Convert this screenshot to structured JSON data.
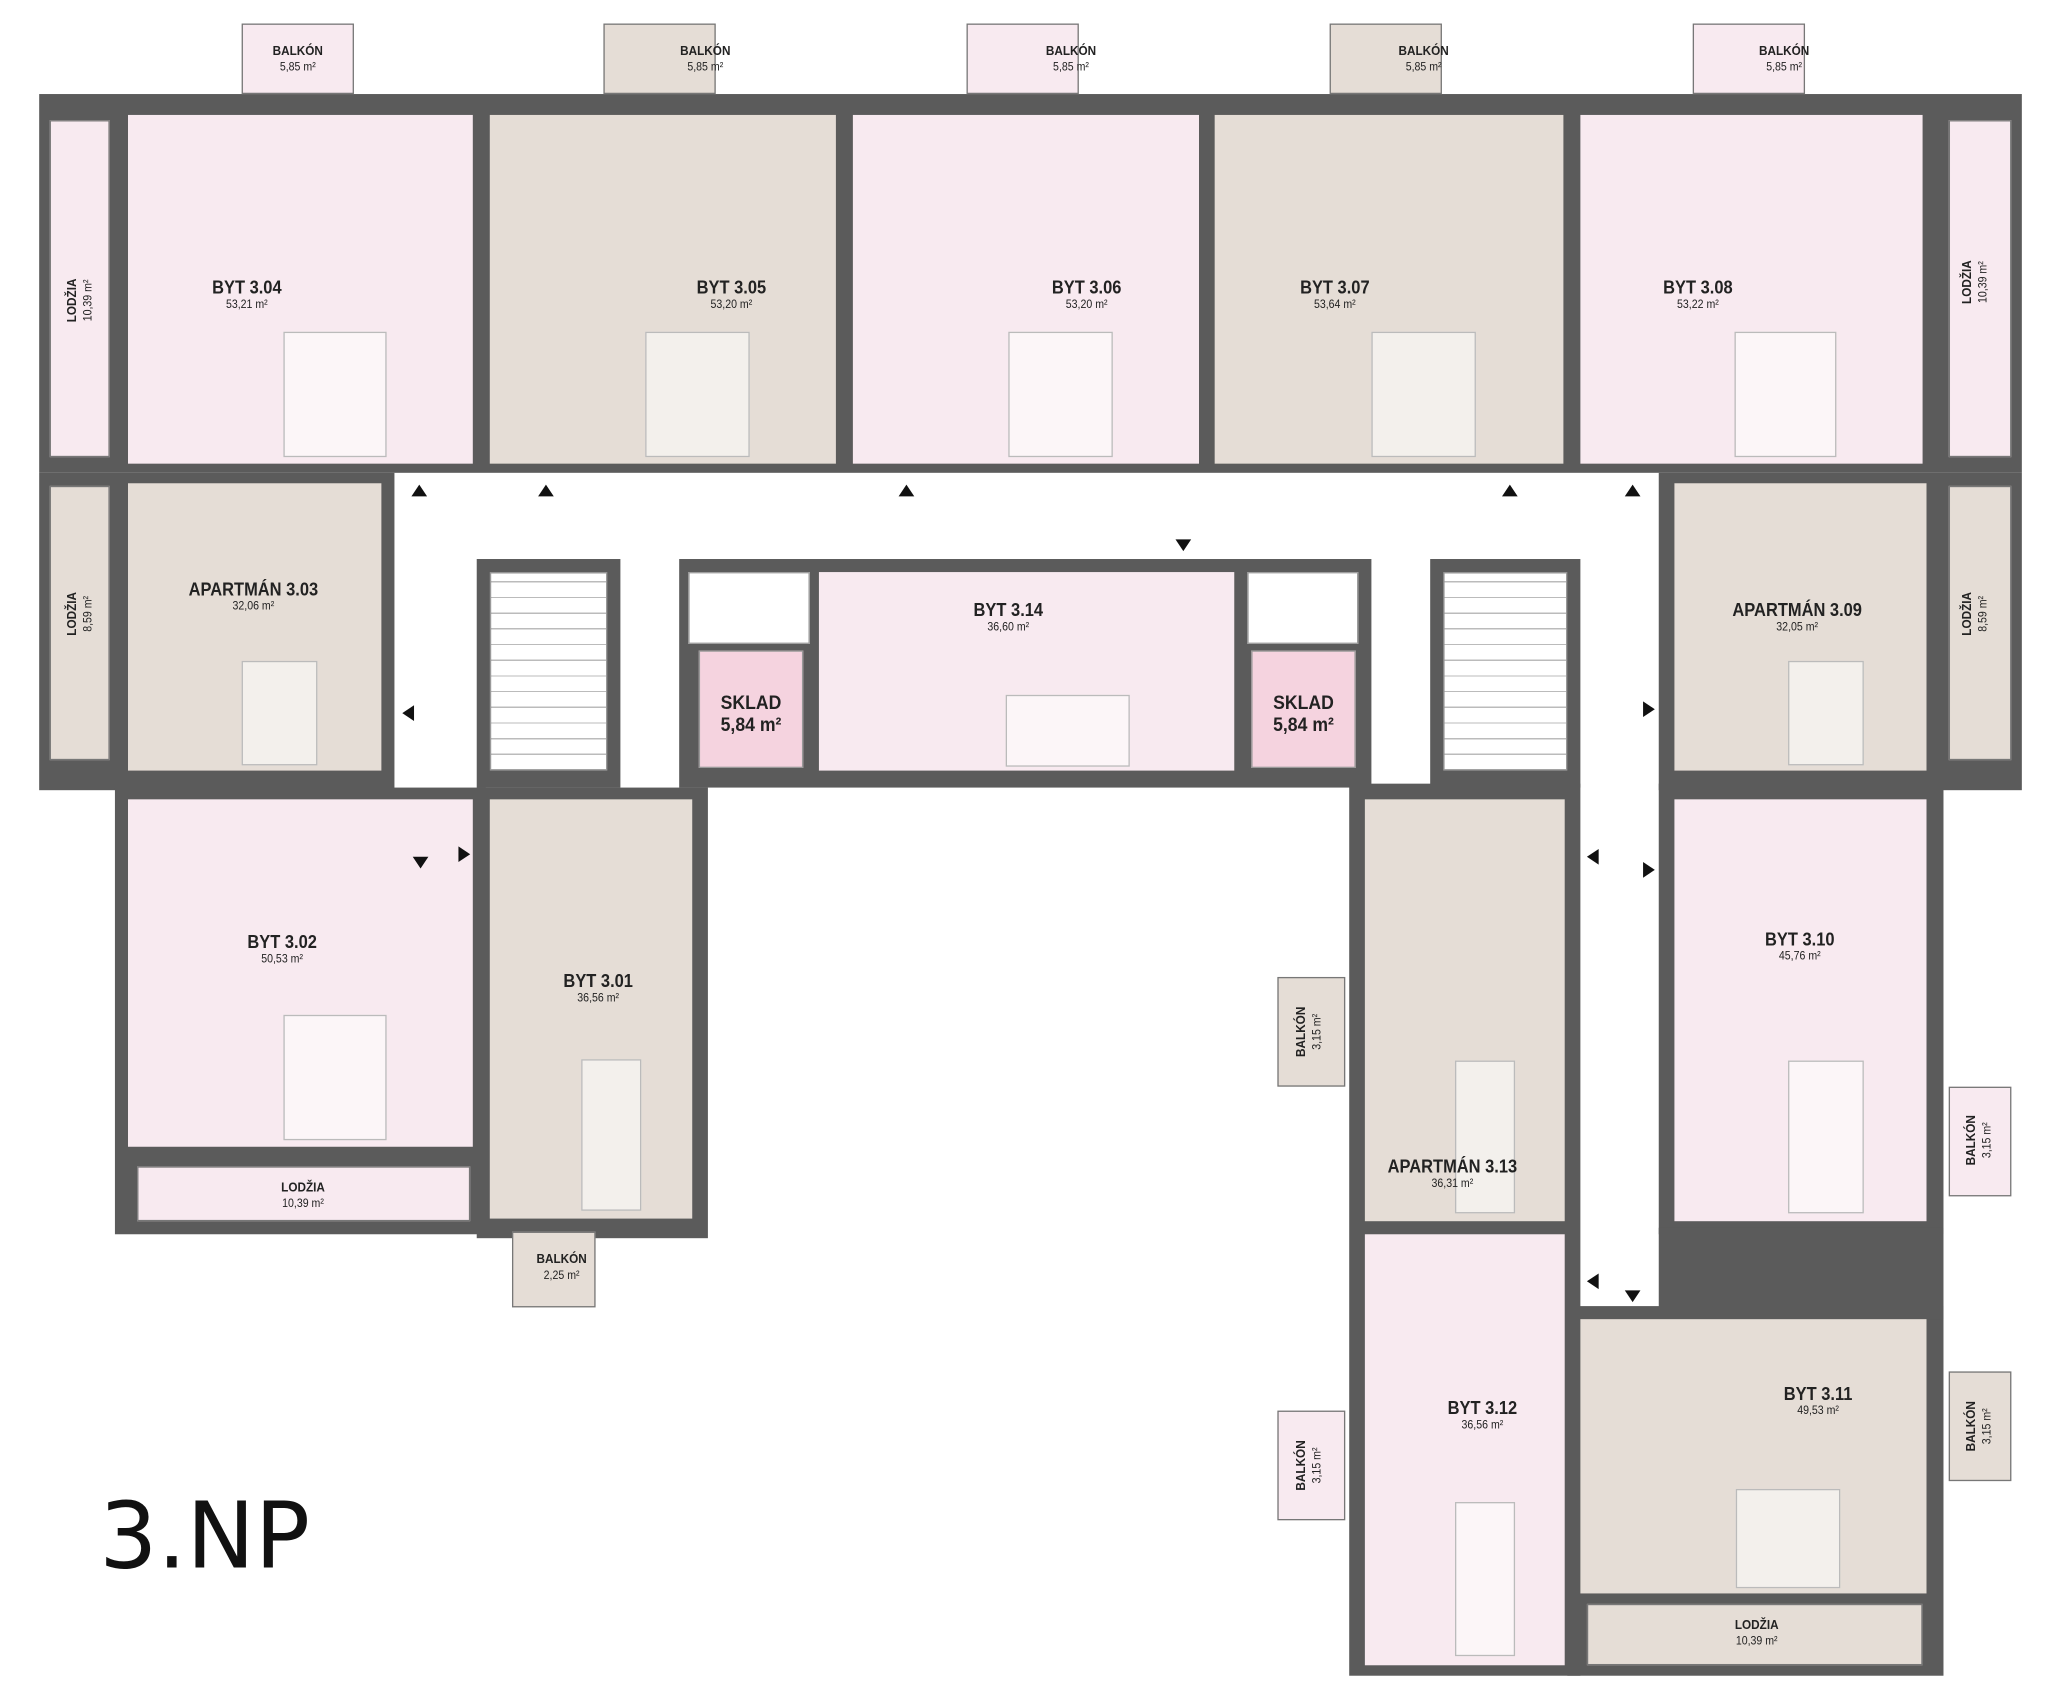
{
  "floor_label": "3.NP",
  "colors": {
    "wall": "#5b5b5b",
    "pink": "#f8eaf0",
    "beige": "#e5ddd6",
    "storage": "#f5d3df"
  },
  "units": [
    {
      "id": "3.04",
      "name": "BYT 3.04",
      "area": "53,21 m²",
      "tone": "pink"
    },
    {
      "id": "3.05",
      "name": "BYT 3.05",
      "area": "53,20 m²",
      "tone": "beige"
    },
    {
      "id": "3.06",
      "name": "BYT 3.06",
      "area": "53,20 m²",
      "tone": "pink"
    },
    {
      "id": "3.07",
      "name": "BYT 3.07",
      "area": "53,64 m²",
      "tone": "beige"
    },
    {
      "id": "3.08",
      "name": "BYT 3.08",
      "area": "53,22 m²",
      "tone": "pink"
    },
    {
      "id": "3.03",
      "name": "APARTMÁN 3.03",
      "area": "32,06 m²",
      "tone": "beige"
    },
    {
      "id": "3.09",
      "name": "APARTMÁN 3.09",
      "area": "32,05 m²",
      "tone": "beige"
    },
    {
      "id": "3.14",
      "name": "BYT 3.14",
      "area": "36,60 m²",
      "tone": "pink"
    },
    {
      "id": "sklad-l",
      "name": "SKLAD",
      "area": "5,84 m²",
      "tone": "sklad"
    },
    {
      "id": "sklad-r",
      "name": "SKLAD",
      "area": "5,84 m²",
      "tone": "sklad"
    },
    {
      "id": "3.02",
      "name": "BYT 3.02",
      "area": "50,53 m²",
      "tone": "pink"
    },
    {
      "id": "3.01",
      "name": "BYT 3.01",
      "area": "36,56 m²",
      "tone": "beige"
    },
    {
      "id": "3.13",
      "name": "APARTMÁN 3.13",
      "area": "36,31 m²",
      "tone": "beige"
    },
    {
      "id": "3.12",
      "name": "BYT 3.12",
      "area": "36,56 m²",
      "tone": "pink"
    },
    {
      "id": "3.10",
      "name": "BYT 3.10",
      "area": "45,76 m²",
      "tone": "pink"
    },
    {
      "id": "3.11",
      "name": "BYT 3.11",
      "area": "49,53 m²",
      "tone": "beige"
    }
  ],
  "exteriors": [
    {
      "id": "balkon-3.04",
      "name": "BALKÓN",
      "area": "5,85 m²",
      "tone": "pink"
    },
    {
      "id": "balkon-3.05",
      "name": "BALKÓN",
      "area": "5,85 m²",
      "tone": "beige"
    },
    {
      "id": "balkon-3.06",
      "name": "BALKÓN",
      "area": "5,85 m²",
      "tone": "pink"
    },
    {
      "id": "balkon-3.07",
      "name": "BALKÓN",
      "area": "5,85 m²",
      "tone": "beige"
    },
    {
      "id": "balkon-3.08",
      "name": "BALKÓN",
      "area": "5,85 m²",
      "tone": "pink"
    },
    {
      "id": "lodzia-3.04",
      "name": "LODŽIA",
      "area": "10,39 m²",
      "tone": "pink"
    },
    {
      "id": "lodzia-3.03",
      "name": "LODŽIA",
      "area": "8,59 m²",
      "tone": "beige"
    },
    {
      "id": "lodzia-3.08",
      "name": "LODŽIA",
      "area": "10,39 m²",
      "tone": "pink"
    },
    {
      "id": "lodzia-3.09",
      "name": "LODŽIA",
      "area": "8,59 m²",
      "tone": "beige"
    },
    {
      "id": "lodzia-3.02",
      "name": "LODŽIA",
      "area": "10,39 m²",
      "tone": "pink"
    },
    {
      "id": "balkon-3.01",
      "name": "BALKÓN",
      "area": "2,25 m²",
      "tone": "beige"
    },
    {
      "id": "balkon-3.13",
      "name": "BALKÓN",
      "area": "3,15 m²",
      "tone": "beige"
    },
    {
      "id": "balkon-3.12",
      "name": "BALKÓN",
      "area": "3,15 m²",
      "tone": "pink"
    },
    {
      "id": "balkon-3.10",
      "name": "BALKÓN",
      "area": "3,15 m²",
      "tone": "pink"
    },
    {
      "id": "balkon-3.11",
      "name": "BALKÓN",
      "area": "3,15 m²",
      "tone": "beige"
    },
    {
      "id": "lodzia-3.11",
      "name": "LODŽIA",
      "area": "10,39 m²",
      "tone": "beige"
    }
  ]
}
